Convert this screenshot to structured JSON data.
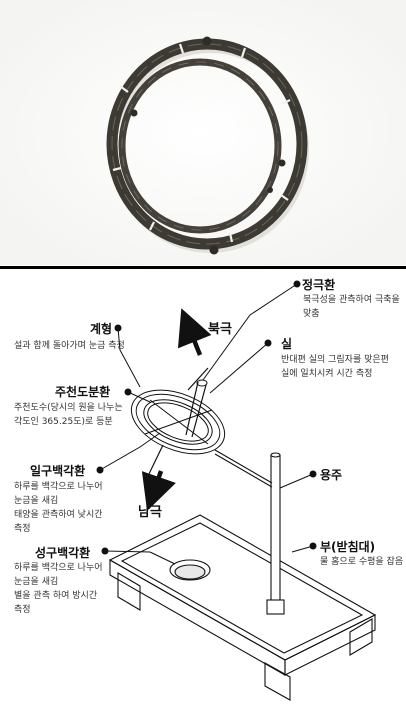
{
  "labels": {
    "gyehyeong": {
      "title": "계형",
      "desc": [
        "설과 함께 돌아가며 눈금 측정"
      ]
    },
    "jeongeukhwan": {
      "title": "정극환",
      "desc": [
        "북극성을 관측하여 극축을",
        "맞춤"
      ]
    },
    "bukgeuk": {
      "title": "북극"
    },
    "sil": {
      "title": "실",
      "desc": [
        "반대편 실의 그림자를 맞은편",
        "실에 일치시켜 시간 측정"
      ]
    },
    "jucheon": {
      "title": "주천도분환",
      "desc": [
        "주천도수(당시의 원을 나누는",
        "각도인 365.25도)로 등분"
      ]
    },
    "ilgu": {
      "title": "일구백각환",
      "desc": [
        "하루를 백각으로 나누어",
        "눈금을 새김",
        "태양을 관측하여 낮시간",
        "측정"
      ]
    },
    "yongju": {
      "title": "용주"
    },
    "namgeuk": {
      "title": "남극"
    },
    "seonggu": {
      "title": "성구백각환",
      "desc": [
        "하루를 백각으로 나누어",
        "눈금을 새김",
        "별을 관측 하여 방시간",
        "측정"
      ]
    },
    "bu": {
      "title": "부(받침대)",
      "desc": [
        "물 홈으로 수평을 잡음"
      ]
    }
  },
  "colors": {
    "ring_dark": "#3d3a33",
    "ring_mid": "#5b574e",
    "line": "#111111"
  }
}
